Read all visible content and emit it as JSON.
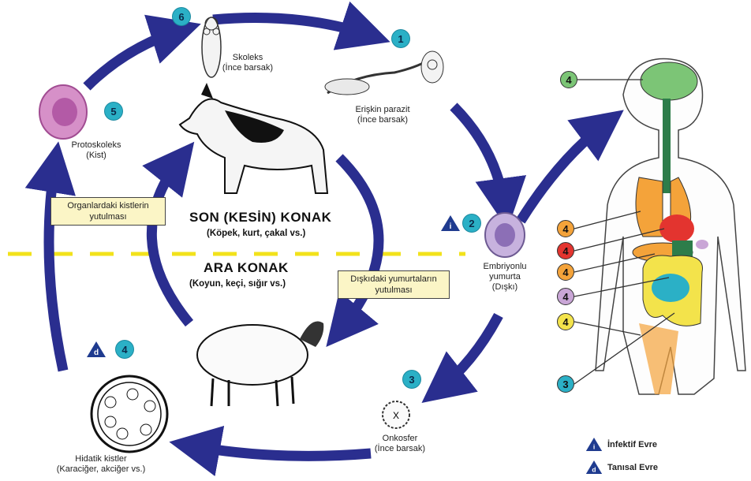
{
  "stages": {
    "s1": {
      "number": "1",
      "line1": "Erişkin parazit",
      "line2": "(İnce barsak)"
    },
    "s2": {
      "number": "2",
      "line1": "Embriyonlu",
      "line2": "yumurta",
      "line3": "(Dışkı)"
    },
    "s3": {
      "number": "3",
      "line1": "Onkosfer",
      "line2": "(İnce barsak)"
    },
    "s4": {
      "number": "4",
      "line1": "Hidatik kistler",
      "line2": "(Karaciğer, akciğer vs.)"
    },
    "s5": {
      "number": "5",
      "line1": "Protoskoleks",
      "line2": "(Kist)"
    },
    "s6": {
      "number": "6",
      "line1": "Skoleks",
      "line2": "(İnce barsak)"
    }
  },
  "hosts": {
    "definitive_title": "SON (KESİN) KONAK",
    "definitive_examples": "(Köpek, kurt, çakal vs.)",
    "intermediate_title": "ARA KONAK",
    "intermediate_examples": "(Koyun, keçi, sığır vs.)"
  },
  "boxes": {
    "organ_cysts": {
      "line1": "Organlardaki kistlerin",
      "line2": "yutulması"
    },
    "feces_eggs": {
      "line1": "Dışkıdaki yumurtaların",
      "line2": "yutulması"
    }
  },
  "human_markers": [
    {
      "value": "4",
      "color": "#7cc576"
    },
    {
      "value": "4",
      "color": "#f4a33a"
    },
    {
      "value": "4",
      "color": "#e3342f"
    },
    {
      "value": "4",
      "color": "#f4a33a"
    },
    {
      "value": "4",
      "color": "#c9a6d6"
    },
    {
      "value": "4",
      "color": "#f3e34b"
    },
    {
      "value": "3",
      "color": "#2bb0c6"
    }
  ],
  "legend": {
    "infective_symbol": "i",
    "infective_label": "İnfektif Evre",
    "diagnostic_symbol": "d",
    "diagnostic_label": "Tanısal Evre"
  },
  "stage_symbols": {
    "s2": "i",
    "s4": "d"
  },
  "colors": {
    "arrow": "#2a2e8f",
    "badge": "#2bb0c6",
    "box_fill": "#fbf5c6",
    "divider": "#f2e21b",
    "legend_triangle": "#1f3b8f"
  }
}
